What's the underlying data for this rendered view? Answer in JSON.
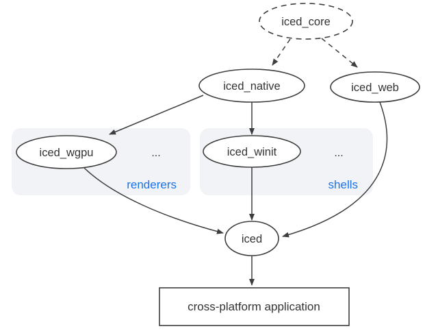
{
  "colors": {
    "background": "#ffffff",
    "stroke": "#3d3d3d",
    "text": "#333333",
    "accent_blue": "#1a73e8",
    "group_fill": "#f1f3f6"
  },
  "nodes": {
    "iced_core": {
      "label": "iced_core",
      "shape": "ellipse",
      "border": "dashed"
    },
    "iced_native": {
      "label": "iced_native",
      "shape": "ellipse",
      "border": "solid"
    },
    "iced_web": {
      "label": "iced_web",
      "shape": "ellipse",
      "border": "solid"
    },
    "iced_wgpu": {
      "label": "iced_wgpu",
      "shape": "ellipse",
      "border": "solid"
    },
    "iced_winit": {
      "label": "iced_winit",
      "shape": "ellipse",
      "border": "solid"
    },
    "iced": {
      "label": "iced",
      "shape": "ellipse",
      "border": "solid"
    },
    "application": {
      "label": "cross-platform application",
      "shape": "rect",
      "border": "solid"
    }
  },
  "groups": {
    "renderers": {
      "label": "renderers",
      "ellipsis": "...",
      "members": [
        "iced_wgpu"
      ]
    },
    "shells": {
      "label": "shells",
      "ellipsis": "...",
      "members": [
        "iced_winit"
      ]
    }
  },
  "edges": [
    {
      "from": "iced_core",
      "to": "iced_native",
      "style": "dashed"
    },
    {
      "from": "iced_core",
      "to": "iced_web",
      "style": "dashed"
    },
    {
      "from": "iced_native",
      "to": "iced_wgpu",
      "style": "solid"
    },
    {
      "from": "iced_native",
      "to": "iced_winit",
      "style": "solid"
    },
    {
      "from": "iced_winit",
      "to": "iced",
      "style": "solid"
    },
    {
      "from": "iced_wgpu",
      "to": "iced",
      "style": "solid"
    },
    {
      "from": "iced_web",
      "to": "iced",
      "style": "solid"
    },
    {
      "from": "iced",
      "to": "application",
      "style": "solid"
    }
  ]
}
